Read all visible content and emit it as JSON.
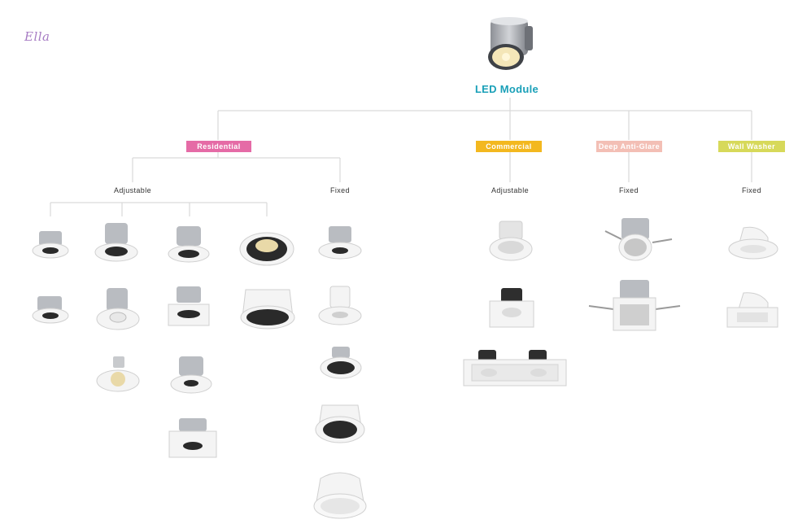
{
  "signature": "Ella",
  "root": {
    "label": "LED Module",
    "color": "#1aa0b8"
  },
  "categories": [
    {
      "id": "residential",
      "label": "Residential",
      "color": "#e56ba6"
    },
    {
      "id": "commercial",
      "label": "Commercial",
      "color": "#f3b81f"
    },
    {
      "id": "deep",
      "label": "Deep Anti-Glare",
      "color": "#f3bfb5"
    },
    {
      "id": "wall",
      "label": "Wall Washer",
      "color": "#d7d95a"
    }
  ],
  "subtypes": {
    "residential_adjustable": "Adjustable",
    "residential_fixed": "Fixed",
    "commercial_adjustable": "Adjustable",
    "deep_fixed": "Fixed",
    "wall_fixed": "Fixed"
  },
  "colors": {
    "line": "#d9d9d9",
    "metal": "#b9bcc1",
    "trim": "#ffffff",
    "dark": "#2a2a2a"
  }
}
